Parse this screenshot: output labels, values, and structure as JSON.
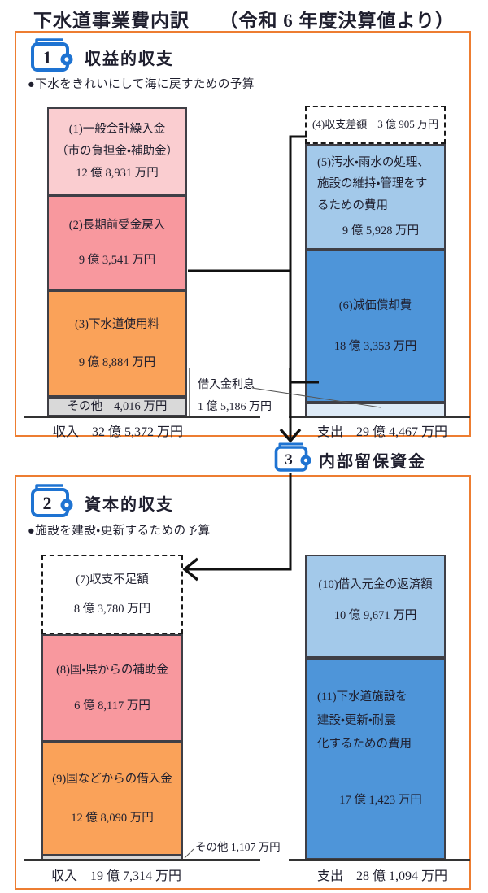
{
  "title": "下水道事業費内訳　　（令和 6 年度決算値より）",
  "section1": {
    "number": "1",
    "heading": "収益的収支",
    "subtitle": "●下水をきれいにして海に戻すための予算",
    "income": {
      "b1": {
        "l1": "(1)一般会計繰入金",
        "l2": "（市の負担金・補助金）",
        "amount": "12 億 8,931 万円"
      },
      "b2": {
        "l1": "(2)長期前受金戻入",
        "amount": "9 億 3,541 万円"
      },
      "b3": {
        "l1": "(3)下水道使用料",
        "amount": "9 億 8,884 万円"
      },
      "other": {
        "label": "その他",
        "amount": "4,016 万円"
      },
      "total_label": "収入",
      "total_amount": "32 億 5,372 万円"
    },
    "expense": {
      "b4": "(4)収支差額　3 億 905 万円",
      "b5": {
        "l1": "(5)汚水・雨水の処理、",
        "l2": "施設の維持・管理をす",
        "l3": "るための費用",
        "amount": "9 億 5,928 万円"
      },
      "b6": {
        "l1": "(6)減価償却費",
        "amount": "18 億 3,353 万円"
      },
      "interest": {
        "l1": "借入金利息",
        "l2": "1 億 5,186 万円"
      },
      "total_label": "支出",
      "total_amount": "29 億 4,467 万円"
    }
  },
  "reserve": {
    "number": "3",
    "label": "内部留保資金"
  },
  "section2": {
    "number": "2",
    "heading": "資本的収支",
    "subtitle": "●施設を建設・更新するための予算",
    "income": {
      "b7": {
        "l1": "(7)収支不足額",
        "amount": "8 億 3,780 万円"
      },
      "b8": {
        "l1": "(8)国・県からの補助金",
        "amount": "6 億 8,117 万円"
      },
      "b9": {
        "l1": "(9)国などからの借入金",
        "amount": "12 億 8,090 万円"
      },
      "other_callout": "その他 1,107 万円",
      "total_label": "収入",
      "total_amount": "19 億 7,314 万円"
    },
    "expense": {
      "b10": {
        "l1": "(10)借入元金の返済額",
        "amount": "10 億 9,671 万円"
      },
      "b11": {
        "l1": "(11)下水道施設を",
        "l2": "建設・更新・耐震",
        "l3": "化するための費用",
        "amount": "17 億 1,423 万円"
      },
      "total_label": "支出",
      "total_amount": "28 億 1,094 万円"
    }
  },
  "colors": {
    "section_border": "#ED7D31",
    "icon_blue": "#1E73D2",
    "pink_light": "#FACDD0",
    "pink": "#F8989E",
    "orange": "#FAA259",
    "gray": "#D9D9D9",
    "blue_light": "#A3C9EA",
    "blue": "#4E95D9",
    "blue_pale": "#DEEBF7",
    "block_border": "#3F3F46",
    "flow_line": "#111111"
  },
  "chart_data": [
    {
      "type": "bar",
      "stacked": true,
      "title": "収益的収支（令和6年度決算値）",
      "unit": "万円",
      "bars": [
        {
          "name": "収入",
          "total": 325372,
          "segments": [
            {
              "label": "(1)一般会計繰入金（市の負担金・補助金）",
              "value": 128931
            },
            {
              "label": "(2)長期前受金戻入",
              "value": 93541
            },
            {
              "label": "(3)下水道使用料",
              "value": 98884
            },
            {
              "label": "その他",
              "value": 4016
            }
          ]
        },
        {
          "name": "支出",
          "total": 294467,
          "segments": [
            {
              "label": "(4)収支差額",
              "value": 30905,
              "dashed_surplus": true
            },
            {
              "label": "(5)汚水・雨水の処理、施設の維持・管理をするための費用",
              "value": 95928
            },
            {
              "label": "(6)減価償却費",
              "value": 183353
            },
            {
              "label": "借入金利息",
              "value": 15186
            }
          ]
        }
      ],
      "legend_position": "none",
      "grid": false
    },
    {
      "type": "bar",
      "stacked": true,
      "title": "資本的収支（令和6年度決算値）",
      "unit": "万円",
      "bars": [
        {
          "name": "収入",
          "total": 197314,
          "segments": [
            {
              "label": "(7)収支不足額",
              "value": 83780,
              "dashed_surplus": true
            },
            {
              "label": "(8)国・県からの補助金",
              "value": 68117
            },
            {
              "label": "(9)国などからの借入金",
              "value": 128090
            },
            {
              "label": "その他",
              "value": 1107
            }
          ]
        },
        {
          "name": "支出",
          "total": 281094,
          "segments": [
            {
              "label": "(10)借入元金の返済額",
              "value": 109671
            },
            {
              "label": "(11)下水道施設を建設・更新・耐震化するための費用",
              "value": 171423
            }
          ]
        }
      ],
      "legend_position": "none",
      "grid": false
    }
  ]
}
